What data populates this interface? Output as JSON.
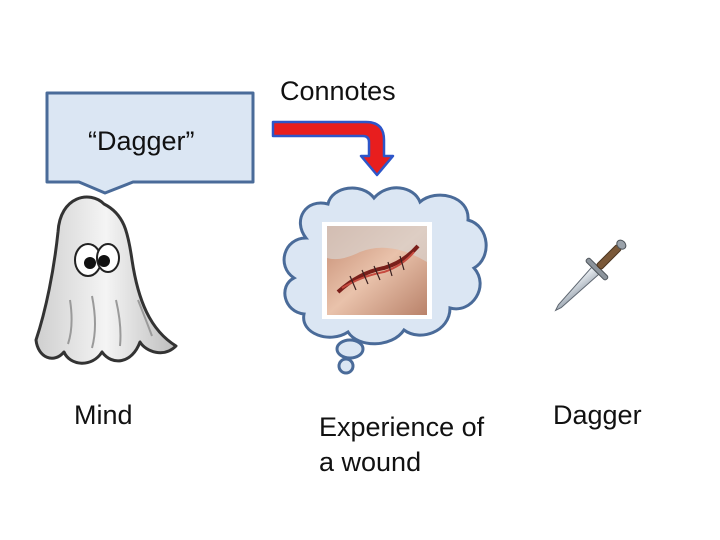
{
  "arrow_label": "Connotes",
  "speech_text": "“Dagger”",
  "labels": {
    "mind": "Mind",
    "experience_line1": "Experience of",
    "experience_line2": "a wound",
    "dagger": "Dagger"
  },
  "colors": {
    "bubble_fill": "#dbe6f3",
    "bubble_stroke": "#4a6b99",
    "arrow_fill": "#e81e1e",
    "arrow_stroke": "#2d56c9"
  },
  "icons": [
    "ghost-icon",
    "wound-photo",
    "dagger-icon"
  ]
}
